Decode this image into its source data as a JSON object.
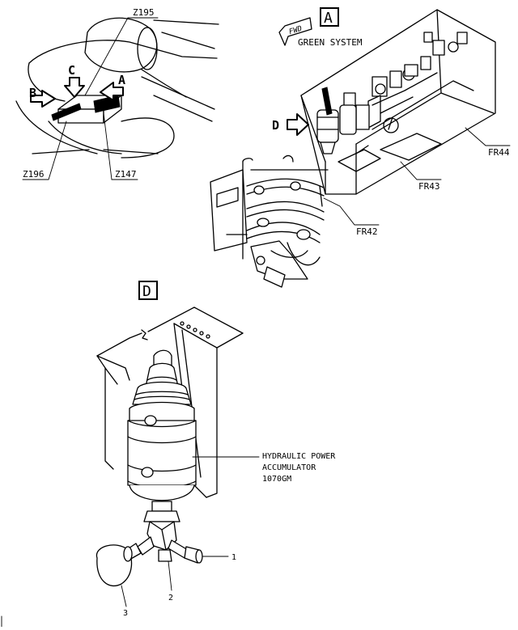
{
  "zones": {
    "z195": "Z195",
    "z196": "Z196",
    "z147": "Z147"
  },
  "view_arrows": {
    "a": "A",
    "b": "B",
    "c": "C",
    "d": "D"
  },
  "view_a": {
    "box_label": "A",
    "fwd_label": "FWD",
    "system_label": "GREEN SYSTEM"
  },
  "frames": {
    "fr44": "FR44",
    "fr43": "FR43",
    "fr42": "FR42"
  },
  "view_d": {
    "box_label": "D",
    "component_line1": "HYDRAULIC POWER",
    "component_line2": "ACCUMULATOR",
    "component_line3": "1070GM",
    "callouts": [
      "1",
      "2",
      "3"
    ]
  }
}
